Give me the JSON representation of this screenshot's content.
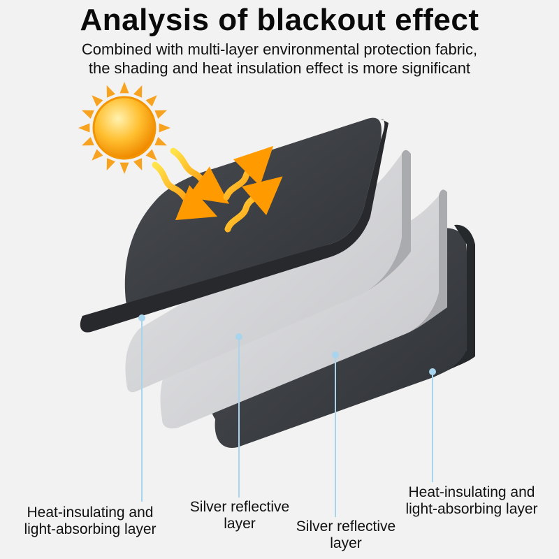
{
  "header": {
    "title": "Analysis of blackout effect",
    "subtitle_line1": "Combined with multi-layer environmental protection fabric,",
    "subtitle_line2": "the shading and heat insulation effect is more significant"
  },
  "layers": [
    {
      "line1": "Heat-insulating and",
      "line2": "light-absorbing layer"
    },
    {
      "line1": "Silver reflective",
      "line2": "layer"
    },
    {
      "line1": "Silver reflective",
      "line2": "layer"
    },
    {
      "line1": "Heat-insulating and",
      "line2": "light-absorbing layer"
    }
  ],
  "colors": {
    "background": "#f2f2f2",
    "dark_layer": "#3c3f44",
    "silver_layer": "#d4d5d7",
    "pointer": "#a8d4ee",
    "sun": "#f5a623",
    "arrow": "#f7b100"
  }
}
